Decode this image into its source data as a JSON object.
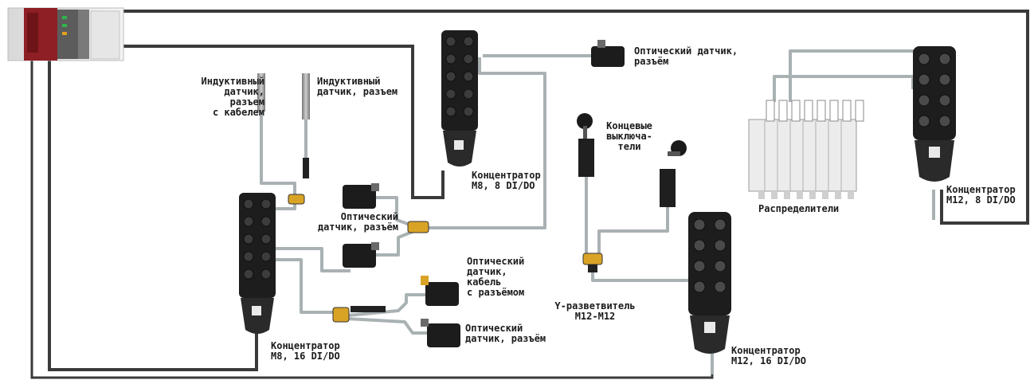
{
  "labels": {
    "ind1": "Индуктивный\nдатчик,\nразъем\nс кабелем",
    "ind2": "Индуктивный\nдатчик, разъем",
    "opt_center": "Оптический\nдатчик, разъём",
    "opt_top": "Оптический датчик,\nразъём",
    "opt_cable": "Оптический\nдатчик,\nкабель\nс разъёмом",
    "opt_bottom": "Оптический\nдатчик, разъём",
    "limit": "Концевые\nвыключа-\nтели",
    "ysplit": "Y-разветвитель\nM12-M12",
    "hub_m8_8": "Концентратор\nM8, 8 DI/DO",
    "hub_m8_16": "Концентратор\nM8, 16 DI/DO",
    "hub_m12_16": "Концентратор\nM12, 16 DI/DO",
    "hub_m12_8": "Концентратор\nM12, 8 DI/DO",
    "valves": "Распределители"
  },
  "colors": {
    "cable_dark": "#3a3a3a",
    "cable_light": "#a9b1b3",
    "plc_red": "#8e1f24",
    "hub_body": "#1d1d1d"
  }
}
